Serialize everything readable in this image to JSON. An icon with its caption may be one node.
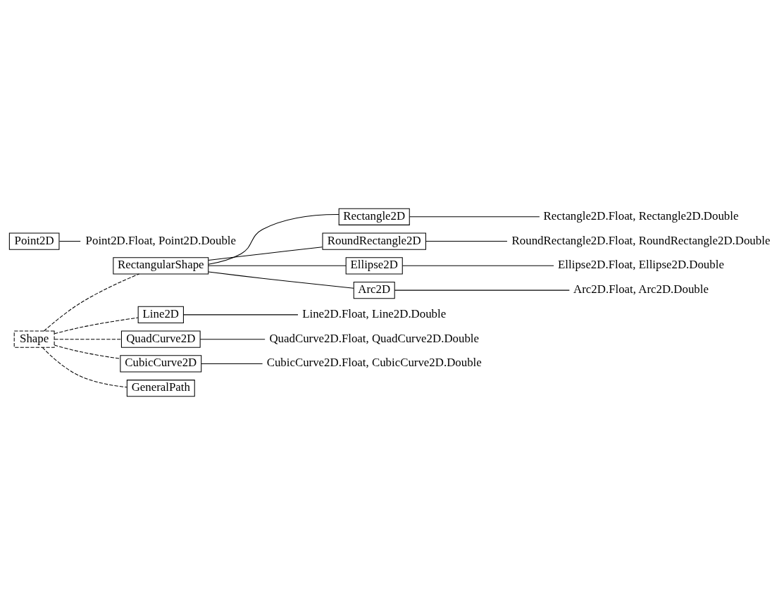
{
  "diagram": {
    "nodes": [
      {
        "text": [
          "Shape"
        ]
      },
      {
        "text": [
          "Point2D"
        ]
      },
      {
        "text": [
          "RectangularShape"
        ]
      },
      {
        "text": [
          "Point2D.Float, Point2D.Double"
        ]
      },
      {
        "text": [
          "Rectangle2D"
        ]
      },
      {
        "text": [
          "Rectangle2D.Float, Rectangle2D.Double"
        ]
      },
      {
        "text": [
          "RoundRectangle2D"
        ]
      },
      {
        "text": [
          "RoundRectangle2D.Float, RoundRectangle2D.Double"
        ]
      },
      {
        "text": [
          "Ellipse2D"
        ]
      },
      {
        "text": [
          "Ellipse2D.Float, Ellipse2D.Double"
        ]
      },
      {
        "text": [
          "Arc2D"
        ]
      },
      {
        "text": [
          "Arc2D.Float, Arc2D.Double"
        ]
      },
      {
        "text": [
          "Line2D"
        ]
      },
      {
        "text": [
          "Line2D.Float, Line2D.Double"
        ]
      },
      {
        "text": [
          "QuadCurve2D"
        ]
      },
      {
        "text": [
          "QuadCurve2D.Float, QuadCurve2D.Double"
        ]
      },
      {
        "text": [
          "CubicCurve2D"
        ]
      },
      {
        "text": [
          "CubicCurve2D.Float, CubicCurve2D.Double"
        ]
      },
      {
        "text": [
          "GeneralPath"
        ]
      }
    ],
    "edges": [
      {
        "from": 0,
        "to": 2,
        "arrow": "none",
        "style": "dashed"
      },
      {
        "from": 1,
        "to": 3,
        "arrow": "none"
      },
      {
        "from": 2,
        "to": 4,
        "arrow": "none"
      },
      {
        "from": 4,
        "to": 5,
        "arrow": "none"
      },
      {
        "from": 2,
        "to": 6,
        "arrow": "none"
      },
      {
        "from": 6,
        "to": 7,
        "arrow": "none"
      },
      {
        "from": 2,
        "to": 8,
        "arrow": "none"
      },
      {
        "from": 8,
        "to": 9,
        "arrow": "none"
      },
      {
        "from": 2,
        "to": 10,
        "arrow": "none"
      },
      {
        "from": 10,
        "to": 11,
        "arrow": "none"
      },
      {
        "from": 0,
        "to": 12,
        "arrow": "none",
        "style": "dashed"
      },
      {
        "from": 12,
        "to": 13,
        "arrow": "none"
      },
      {
        "from": 0,
        "to": 14,
        "arrow": "none",
        "style": "dashed"
      },
      {
        "from": 14,
        "to": 15,
        "arrow": "none"
      },
      {
        "from": 0,
        "to": 16,
        "arrow": "none",
        "style": "dashed"
      },
      {
        "from": 16,
        "to": 17,
        "arrow": "none"
      },
      {
        "from": 0,
        "to": 18,
        "arrow": "none",
        "style": "dashed"
      }
    ]
  }
}
